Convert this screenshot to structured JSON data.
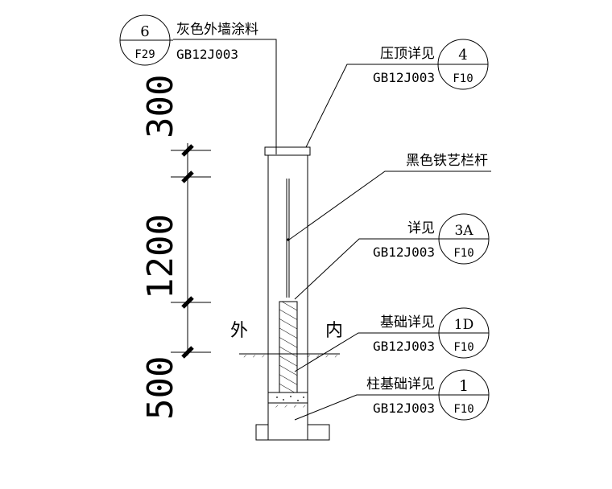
{
  "callouts": [
    {
      "num": "6",
      "sheet": "F29",
      "label": "灰色外墙涂料",
      "ref": "GB12J003"
    },
    {
      "num": "4",
      "sheet": "F10",
      "label": "压顶详见",
      "ref": "GB12J003"
    },
    {
      "num": "3A",
      "sheet": "F10",
      "label": "详见",
      "ref": "GB12J003"
    },
    {
      "num": "1D",
      "sheet": "F10",
      "label": "基础详见",
      "ref": "GB12J003"
    },
    {
      "num": "1",
      "sheet": "F10",
      "label": "柱基础详见",
      "ref": "GB12J003"
    }
  ],
  "railing_label": "黑色铁艺栏杆",
  "side_outside": "外",
  "side_inside": "内",
  "dimensions": [
    "300",
    "1200",
    "500"
  ]
}
